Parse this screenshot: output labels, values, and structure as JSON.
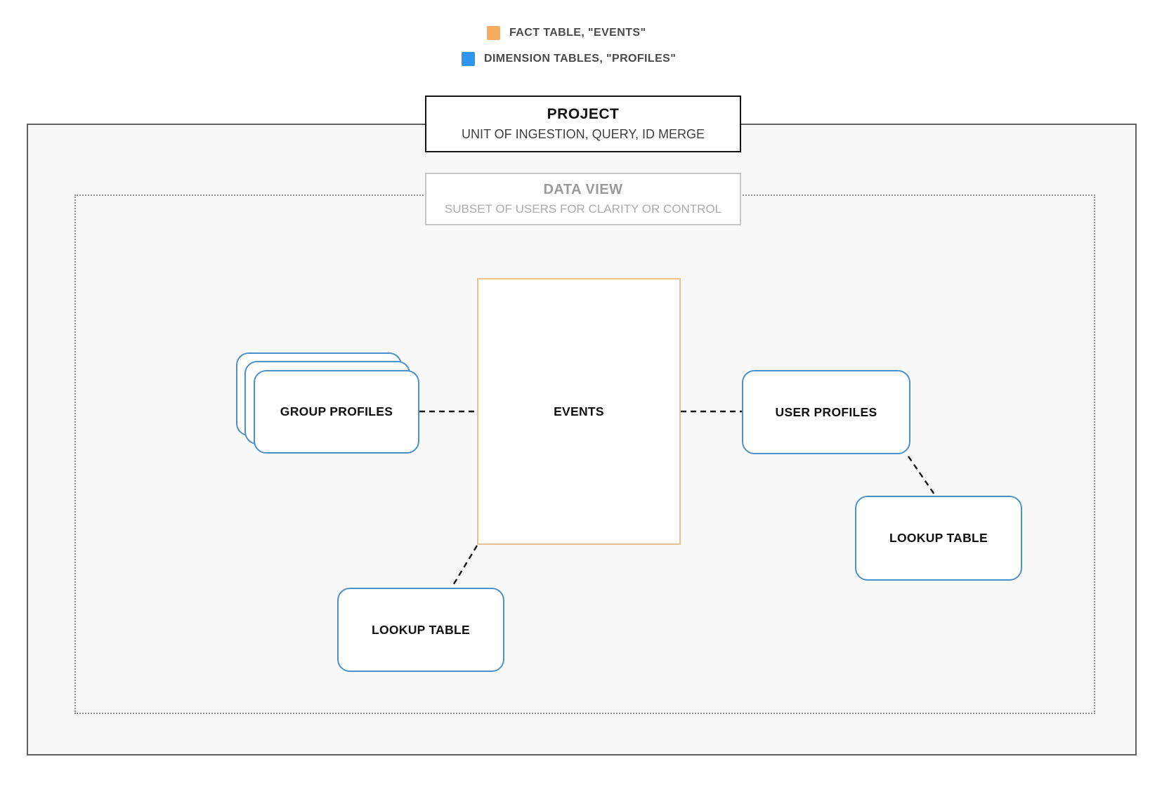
{
  "legend": {
    "items": [
      {
        "name": "fact-table",
        "label": "FACT TABLE, \"EVENTS\"",
        "color": "#f6ac5d"
      },
      {
        "name": "dimension-tables",
        "label": "DIMENSION TABLES, \"PROFILES\"",
        "color": "#2d95f0"
      }
    ]
  },
  "project_box": {
    "title": "PROJECT",
    "subtitle": "UNIT OF INGESTION, QUERY, ID MERGE"
  },
  "data_view_box": {
    "title": "DATA VIEW",
    "subtitle": "SUBSET OF USERS FOR CLARITY OR CONTROL"
  },
  "nodes": {
    "events": {
      "label": "EVENTS",
      "border_color": "#ebc28d"
    },
    "group_profiles": {
      "label": "GROUP PROFILES",
      "border_color": "#4c90cc",
      "stacked_copies": 3
    },
    "user_profiles": {
      "label": "USER PROFILES",
      "border_color": "#4c90cc"
    },
    "lookup_table_bottom": {
      "label": "LOOKUP TABLE",
      "border_color": "#4c90cc"
    },
    "lookup_table_right": {
      "label": "LOOKUP TABLE",
      "border_color": "#4c90cc"
    }
  },
  "connections": [
    {
      "from": "group_profiles",
      "to": "events",
      "style": "dashed"
    },
    {
      "from": "events",
      "to": "user_profiles",
      "style": "dashed"
    },
    {
      "from": "user_profiles",
      "to": "lookup_table_right",
      "style": "dashed"
    },
    {
      "from": "events",
      "to": "lookup_table_bottom",
      "style": "dashed"
    }
  ],
  "colors": {
    "fact_accent": "#f6ac5d",
    "dimension_accent": "#2d95f0",
    "node_blue_border": "#4c90cc",
    "events_orange_border": "#ebc28d",
    "outer_border": "#606060",
    "inner_dotted_border": "#8f8f8f",
    "project_fill": "#f8f8f8",
    "connector": "#1a1a1a"
  }
}
